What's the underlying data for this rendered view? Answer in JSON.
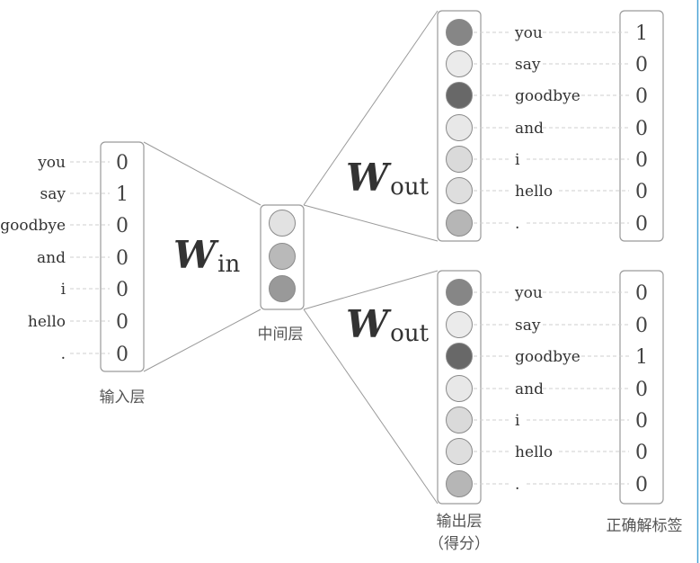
{
  "input_layer": {
    "caption": "输入层",
    "words": [
      "you",
      "say",
      "goodbye",
      "and",
      "i",
      "hello",
      "."
    ],
    "values": [
      "0",
      "1",
      "0",
      "0",
      "0",
      "0",
      "0"
    ]
  },
  "weights": {
    "w_in": {
      "main": "W",
      "sub": "in"
    },
    "w_out_top": {
      "main": "W",
      "sub": "out"
    },
    "w_out_bottom": {
      "main": "W",
      "sub": "out"
    }
  },
  "hidden_layer": {
    "caption": "中间层",
    "neuron_colors": [
      "#e2e2e2",
      "#b9b9b9",
      "#999999"
    ]
  },
  "output_top": {
    "words": [
      "you",
      "say",
      "goodbye",
      "and",
      "i",
      "hello",
      "."
    ],
    "neuron_colors": [
      "#868686",
      "#ebebeb",
      "#686868",
      "#e8e8e8",
      "#dadada",
      "#dedede",
      "#b6b6b6"
    ],
    "labels": [
      "1",
      "0",
      "0",
      "0",
      "0",
      "0",
      "0"
    ]
  },
  "output_bottom": {
    "words": [
      "you",
      "say",
      "goodbye",
      "and",
      "i",
      "hello",
      "."
    ],
    "neuron_colors": [
      "#868686",
      "#ebebeb",
      "#686868",
      "#e8e8e8",
      "#dadada",
      "#dedede",
      "#b6b6b6"
    ],
    "labels": [
      "0",
      "0",
      "1",
      "0",
      "0",
      "0",
      "0"
    ]
  },
  "captions": {
    "output_line1": "输出层",
    "output_line2": "（得分）",
    "correct_label": "正确解标签"
  },
  "accent_color": "#4aa3d6"
}
